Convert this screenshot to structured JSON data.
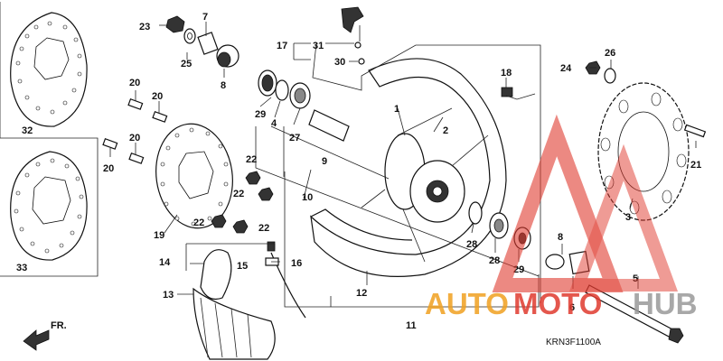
{
  "callouts": {
    "n1": "1",
    "n2": "2",
    "n3": "3",
    "n4": "4",
    "n5": "5",
    "n6": "6",
    "n7": "7",
    "n8a": "8",
    "n8b": "8",
    "n9": "9",
    "n10": "10",
    "n11": "11",
    "n12": "12",
    "n13": "13",
    "n14": "14",
    "n15": "15",
    "n16": "16",
    "n17": "17",
    "n18": "18",
    "n19": "19",
    "n20a": "20",
    "n20b": "20",
    "n20c": "20",
    "n20d": "20",
    "n21": "21",
    "n22a": "22",
    "n22b": "22",
    "n22c": "22",
    "n22d": "22",
    "n23": "23",
    "n24": "24",
    "n25": "25",
    "n26": "26",
    "n27": "27",
    "n28a": "28",
    "n28b": "28",
    "n29a": "29",
    "n29b": "29",
    "n30": "30",
    "n31": "31",
    "n32": "32",
    "n33": "33"
  },
  "direction_label": "FR.",
  "diagram_code": "KRN3F1100A",
  "watermark": {
    "word1": "AUTO",
    "word2": "MOTO",
    "word3": "HUB",
    "color_red": "#e03a2f",
    "color_orange": "#f0a020",
    "color_gray": "#9a9a9a"
  }
}
